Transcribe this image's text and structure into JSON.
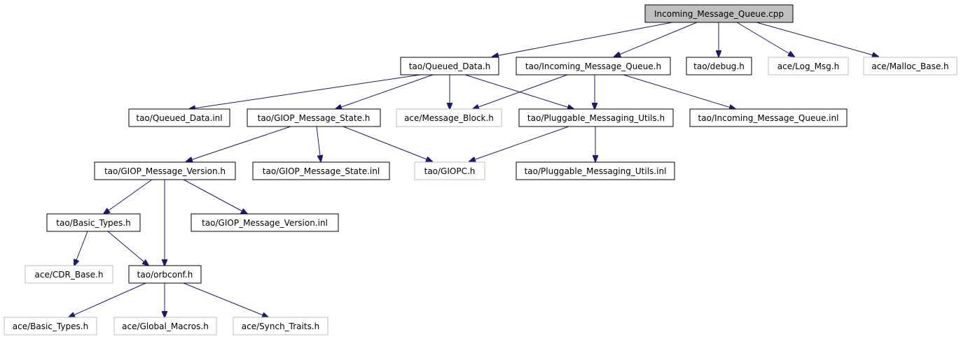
{
  "graph": {
    "title": "Incoming_Message_Queue.cpp",
    "nodes": {
      "root": "Incoming_Message_Queue.cpp",
      "queued_data_h": "tao/Queued_Data.h",
      "incoming_message_queue_h": "tao/Incoming_Message_Queue.h",
      "debug_h": "tao/debug.h",
      "log_msg_h": "ace/Log_Msg.h",
      "malloc_base_h": "ace/Malloc_Base.h",
      "queued_data_inl": "tao/Queued_Data.inl",
      "giop_message_state_h": "tao/GIOP_Message_State.h",
      "message_block_h": "ace/Message_Block.h",
      "pluggable_messaging_utils_h": "tao/Pluggable_Messaging_Utils.h",
      "incoming_message_queue_inl": "tao/Incoming_Message_Queue.inl",
      "giop_message_version_h": "tao/GIOP_Message_Version.h",
      "giop_message_state_inl": "tao/GIOP_Message_State.inl",
      "giopc_h": "tao/GIOPC.h",
      "pluggable_messaging_utils_inl": "tao/Pluggable_Messaging_Utils.inl",
      "basic_types_h": "tao/Basic_Types.h",
      "giop_message_version_inl": "tao/GIOP_Message_Version.inl",
      "cdr_base_h": "ace/CDR_Base.h",
      "orbconf_h": "tao/orbconf.h",
      "ace_basic_types_h": "ace/Basic_Types.h",
      "global_macros_h": "ace/Global_Macros.h",
      "synch_traits_h": "ace/Synch_Traits.h"
    },
    "colors": {
      "root_fill": "#bfbfbf",
      "internal_border": "#000000",
      "external_border": "#bfbfbf",
      "edge": "#191970"
    }
  }
}
